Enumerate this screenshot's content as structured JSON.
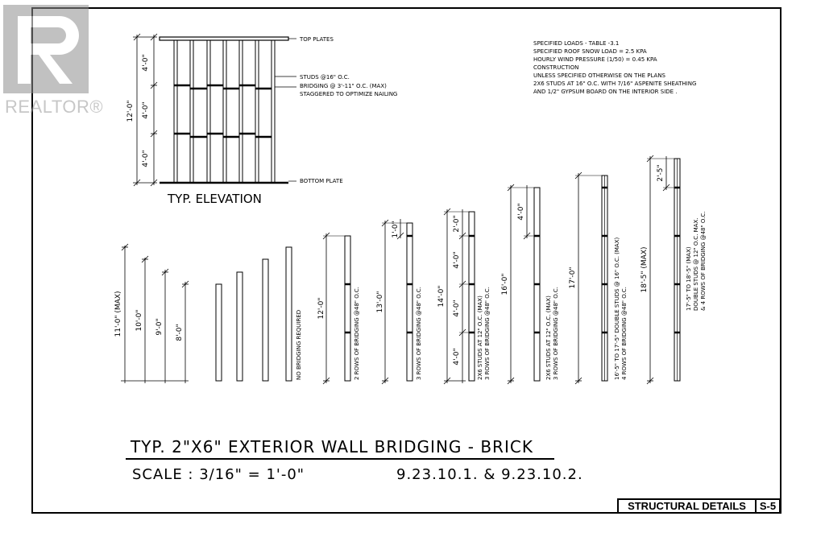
{
  "watermark": {
    "text": "REALTOR®"
  },
  "elevation": {
    "title": "TYP. ELEVATION",
    "overall_height": "12'-0\"",
    "segment_heights": [
      "4'-0\"",
      "4'-0\"",
      "4'-0\""
    ],
    "top_plates": "TOP PLATES",
    "bottom_plate": "BOTTOM PLATE",
    "studs": "STUDS @16\" O.C.",
    "bridging": "BRIDGING @ 3'-11\" O.C. (MAX)",
    "staggered": "STAGGERED TO OPTIMIZE NAILING"
  },
  "notes": [
    "SPECIFIED LOADS - TABLE -3.1",
    "SPECIFIED ROOF SNOW LOAD = 2.5 KPA",
    "HOURLY WIND PRESSURE (1/50) = 0.45 KPA",
    "CONSTRUCTION",
    "UNLESS SPECIFIED OTHERWISE ON THE PLANS",
    "2X6 STUDS AT 16\" O.C. WITH 7/16\" ASPENITE SHEATHING",
    "AND 1/2\" GYPSUM BOARD ON THE INTERIOR SIDE ."
  ],
  "walls": {
    "group1_dims": [
      "11'-0\" (MAX)",
      "10'-0\"",
      "9'-0\"",
      "8'-0\""
    ],
    "group1_note": "NO BRIDGING REQUIRED",
    "w12_dim": "12'-0\"",
    "w12_note": "2 ROWS OF BRIDGING @48\" O.C.",
    "w13_dim": "13'-0\"",
    "w13_top": "1'-0\"",
    "w13_note": "3 ROWS OF BRIDGING @48\" O.C.",
    "w14_dim": "14'-0\"",
    "w14_segs": [
      "2'-0\"",
      "4'-0\"",
      "4'-0\"",
      "4'-0\""
    ],
    "w14_note1": "2X6 STUDS AT 12\" O.C. (MAX)",
    "w14_note2": "3 ROWS OF BRIDGING @48\" O.C.",
    "w16_dim": "16'-0\"",
    "w16_top": "4'-0\"",
    "w16_note1": "2X6 STUDS AT 12\" O.C. (MAX)",
    "w16_note2": "3 ROWS OF BRIDGING @48\" O.C.",
    "w17_dim": "17'-0\"",
    "w17_note1": "16'-5\" TO 17'-5\" DOUBLE STUDS @ 16\" O.C. (MAX)",
    "w17_note2": "4 ROWS OF BRIDGING @48\" O.C.",
    "w18_dim": "18'-5\" (MAX)",
    "w18_top": "2'-5\"",
    "w18_note1": "17'-5\" TO 18'-5\" (MAX)",
    "w18_note2": "DOUBLE STUDS @ 12\" O.C. MAX.",
    "w18_note3": "& 4 ROWS OF BRIDGING @48\" O.C."
  },
  "heading": "TYP. 2\"X6\" EXTERIOR WALL BRIDGING - BRICK",
  "scale": "SCALE : 3/16\" = 1'-0\"",
  "code_ref": "9.23.10.1. & 9.23.10.2.",
  "titleblock": {
    "title": "STRUCTURAL DETAILS",
    "sheet": "S-5"
  }
}
